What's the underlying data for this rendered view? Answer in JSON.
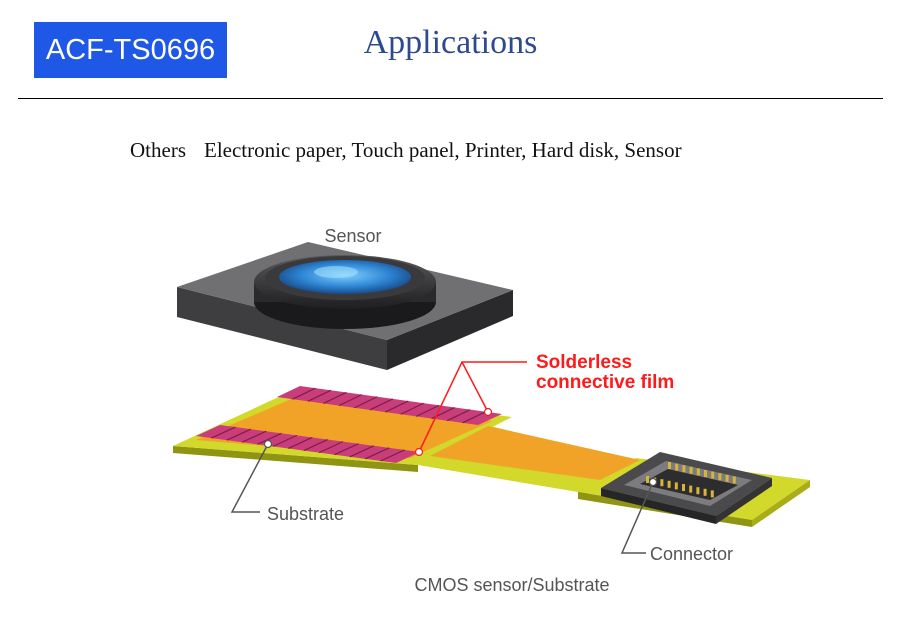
{
  "header": {
    "badge": "ACF-TS0696",
    "title": "Applications"
  },
  "intro": {
    "category": "Others",
    "items": "Electronic paper, Touch panel, Printer, Hard disk, Sensor"
  },
  "diagram": {
    "labels": {
      "sensor": "Sensor",
      "film_line1": "Solderless",
      "film_line2": "connective film",
      "substrate": "Substrate",
      "connector": "Connector",
      "caption": "CMOS sensor/Substrate"
    },
    "colors": {
      "badge": "#1f57e6",
      "title": "#2e4a8f",
      "film_label": "#ff1a1a",
      "substrate": "#d2d92b",
      "trace": "#f0a326",
      "pad": "#c93e7a",
      "sensor_body": "#3e3e40",
      "lens": "#2f86d4"
    }
  }
}
